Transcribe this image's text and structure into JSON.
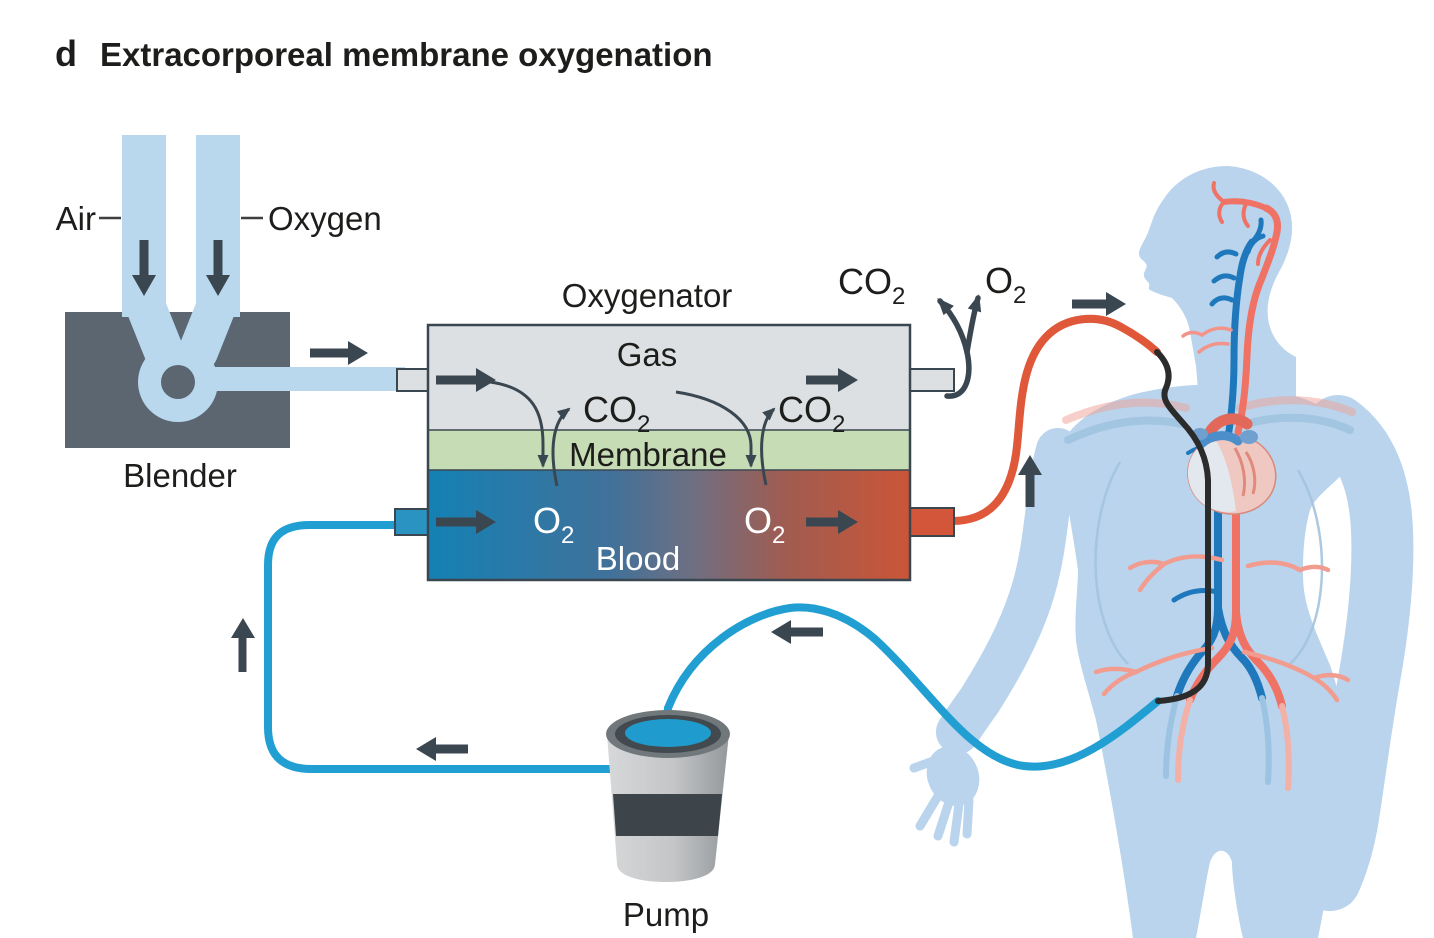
{
  "title": {
    "panel_letter": "d",
    "text": "Extracorporeal membrane oxygenation"
  },
  "blender": {
    "air_label": "Air",
    "oxygen_label": "Oxygen",
    "label": "Blender"
  },
  "oxygenator": {
    "label": "Oxygenator",
    "gas_label": "Gas",
    "membrane_label": "Membrane",
    "blood_label": "Blood"
  },
  "molecules": {
    "co2": {
      "base": "CO",
      "sub": "2"
    },
    "o2": {
      "base": "O",
      "sub": "2"
    }
  },
  "pump": {
    "label": "Pump"
  },
  "colors": {
    "accent_dark": "#3b4750",
    "light_tube": "#b9d8ed",
    "blender_gray": "#5b6671",
    "gas_gray": "#dde0e3",
    "membrane_green": "#c6dcb5",
    "blood_blue": "#1481b4",
    "blood_red": "#cb5537",
    "blood_port_blue": "#2a93c2",
    "blood_port_red": "#d4563a",
    "circuit_blue": "#219fd2",
    "circuit_red": "#e0583a",
    "catheter_black": "#2b2b2b",
    "body_blue": "#b9d4ec",
    "artery_red": "#ef7265",
    "vein_blue": "#1e78bb",
    "pump_blue": "#1f9ccd"
  }
}
